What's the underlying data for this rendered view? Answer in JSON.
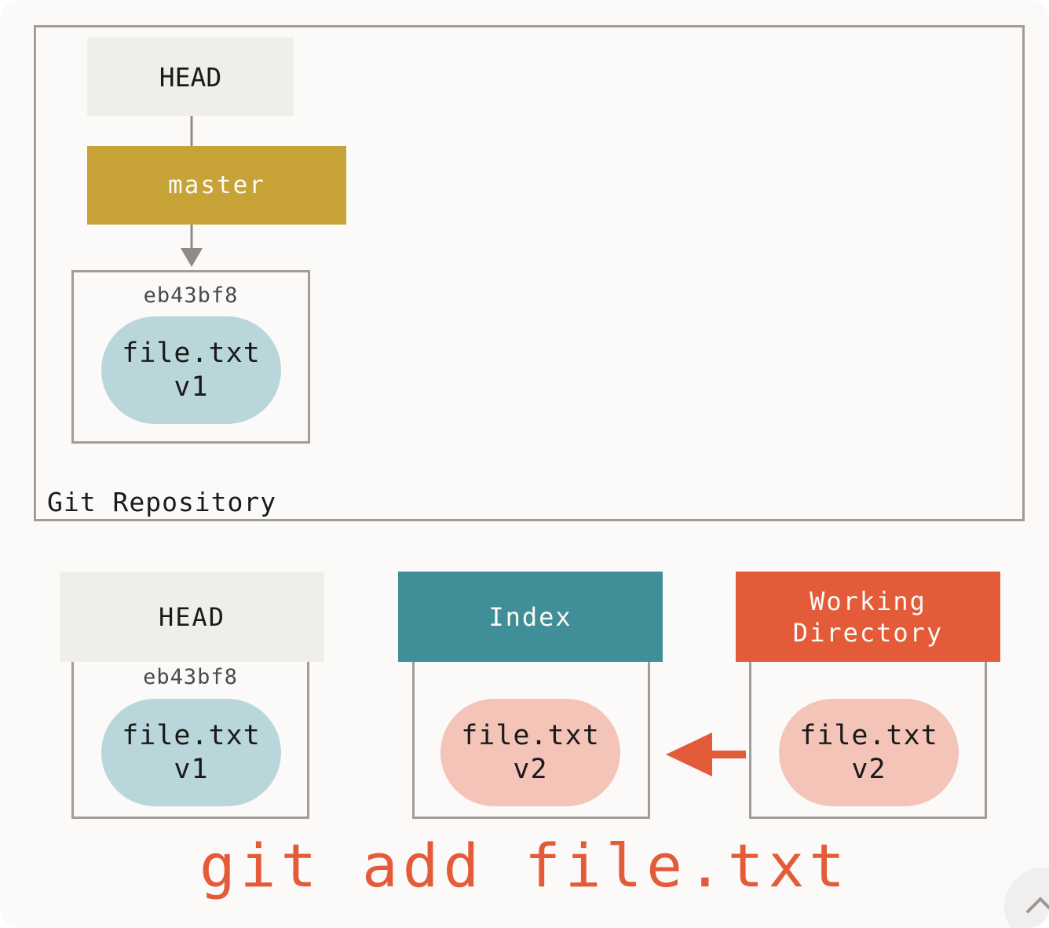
{
  "repository": {
    "label": "Git Repository",
    "head_label": "HEAD",
    "branch_label": "master",
    "commit": {
      "hash": "eb43bf8",
      "file_name": "file.txt",
      "file_version": "v1"
    }
  },
  "trees": {
    "head": {
      "title": "HEAD",
      "hash": "eb43bf8",
      "file_name": "file.txt",
      "file_version": "v1"
    },
    "index": {
      "title": "Index",
      "file_name": "file.txt",
      "file_version": "v2"
    },
    "working_directory": {
      "title_line1": "Working",
      "title_line2": "Directory",
      "file_name": "file.txt",
      "file_version": "v2"
    }
  },
  "command": "git add file.txt",
  "colors": {
    "master": "#c6a237",
    "index": "#408f98",
    "working_directory": "#e35b39",
    "blob_committed": "#b9d6db",
    "blob_changed": "#f4c4b9",
    "arrow": "#e35b39",
    "connector": "#8f8b86"
  },
  "icons": {
    "scroll_top": "chevron-up-icon"
  }
}
